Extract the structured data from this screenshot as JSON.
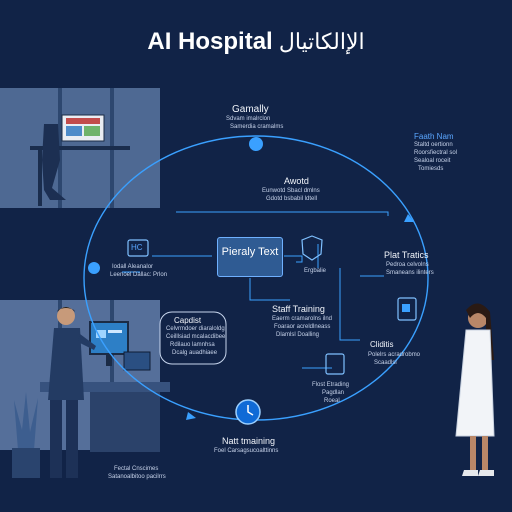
{
  "header": {
    "title_en": "AI Hospital",
    "title_ar": "الإالكاتيال"
  },
  "diagram": {
    "center": {
      "label": "Pieraly Text"
    },
    "nodes": [
      {
        "id": "top",
        "title": "Gamally",
        "lines": [
          "Sdvam imalrclon",
          "Samerdia cramalms"
        ]
      },
      {
        "id": "top-right",
        "title": "Faath Nam",
        "lines": [
          "Staltd oertionn",
          "Roorsfiectral sol",
          "Sealoal roceit",
          "Tomiesds"
        ]
      },
      {
        "id": "awotd",
        "title": "Awotd",
        "lines": [
          "Eunwotd Sbacl dmlns",
          "Gdotd bsbabil ldtell"
        ]
      },
      {
        "id": "left-icon",
        "title": "HC",
        "lines": [
          "Iodall Aleanalor",
          "Leenoel Dallac: Prlon"
        ]
      },
      {
        "id": "right-icon",
        "title": "Ergbalie",
        "lines": []
      },
      {
        "id": "plat-tratice",
        "title": "Plat Tratics",
        "lines": [
          "Pedroa celvolns",
          "Smaneans ilinters"
        ]
      },
      {
        "id": "staff-training",
        "title": "Staff Training",
        "lines": [
          "Eaerm cramarolns ilnd",
          "Foaraor acreldlneass",
          "Dlamlsl Doalling"
        ]
      },
      {
        "id": "capdist",
        "title": "Capdist",
        "lines": [
          "Celvrmdoer diaraloldg",
          "Ceilllsiad mcalacdibee",
          "Rdilauo lamnhsa",
          "Dcalg auadhiaee"
        ]
      },
      {
        "id": "clients",
        "title": "Cliditis",
        "lines": [
          "Polelrs acradrobmo",
          "Scaadlsl"
        ]
      },
      {
        "id": "doc-icon",
        "title": "Flost Etrading",
        "lines": [
          "Pagdlan",
          "Roeal"
        ]
      },
      {
        "id": "bottom",
        "title": "Natt tmaining",
        "lines": [
          "Foel Carsagsucoalttinns"
        ]
      },
      {
        "id": "bottom-left",
        "title": "Fectal Cnscimes",
        "lines": [
          "Satanoalbitoo pacilrrs"
        ]
      }
    ]
  },
  "colors": {
    "background": "#112347",
    "accent": "#3aa0ff",
    "panel": "#2f5b93",
    "window": "#5f7ca8"
  },
  "icons": [
    "clock-icon",
    "shield-icon",
    "robot-icon",
    "document-icon",
    "monitor-icon",
    "chat-icon"
  ]
}
